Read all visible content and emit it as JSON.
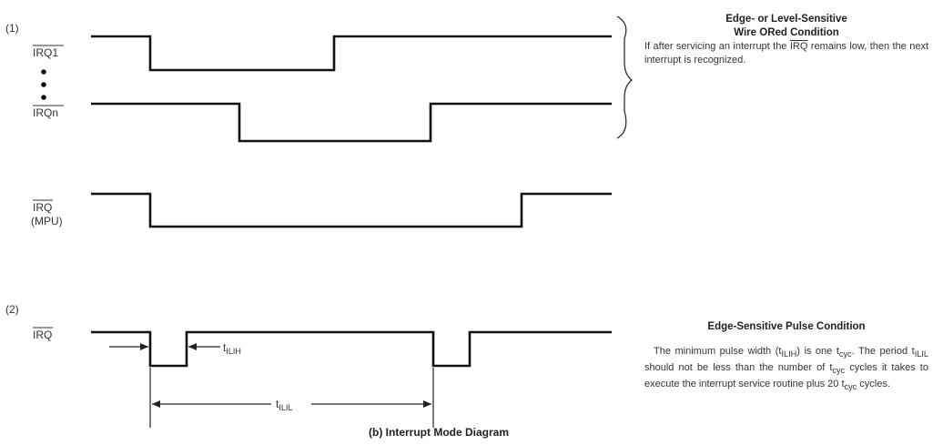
{
  "case1": {
    "label": "(1)",
    "signals": {
      "irq1": "IRQ1",
      "irqn": "IRQn",
      "irq_mpu": "IRQ",
      "irq_mpu_sub": "(MPU)"
    },
    "note_title_line1": "Edge- or Level-Sensitive",
    "note_title_line2": "Wire ORed Condition",
    "note_text_before": "If after servicing an interrupt the ",
    "note_irq": "IRQ",
    "note_text_after": " remains low, then the next interrupt is recognized."
  },
  "case2": {
    "label": "(2)",
    "signal": "IRQ",
    "tilih_main": "t",
    "tilih_sub": "ILIH",
    "tilil_main": "t",
    "tilil_sub": "ILIL",
    "note_title": "Edge-Sensitive Pulse Condition",
    "note_p1": "The minimum pulse width (t",
    "note_p1_sub": "ILIH",
    "note_p2": ") is one t",
    "note_p2_sub": "cyc",
    "note_p3": ". The period t",
    "note_p3_sub": "ILIL",
    "note_p4": " should not be less than the number of t",
    "note_p4_sub": "cyc",
    "note_p5": " cycles it takes to execute the interrupt service routine plus 20 t",
    "note_p5_sub": "cyc",
    "note_p6": " cycles."
  },
  "caption": "(b) Interrupt Mode Diagram"
}
